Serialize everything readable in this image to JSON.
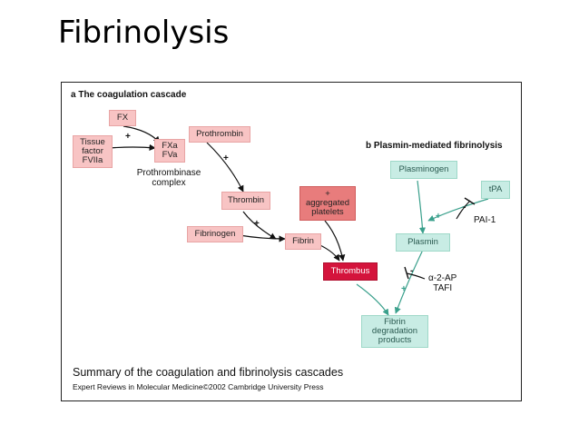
{
  "title": "Fibrinolysis",
  "panel_a_title": "a The coagulation cascade",
  "panel_b_title": "b Plasmin-mediated fibrinolysis",
  "nodes": {
    "fx": "FX",
    "tissue_factor": [
      "Tissue",
      "factor",
      "FVIIa"
    ],
    "fxa_fva": [
      "FXa",
      "FVa"
    ],
    "prothrombin": "Prothrombin",
    "prothrombinase": [
      "Prothrombinase",
      "complex"
    ],
    "thrombin": "Thrombin",
    "fibrinogen": "Fibrinogen",
    "fibrin": "Fibrin",
    "aggregated_platelets": [
      "+",
      "aggregated",
      "platelets"
    ],
    "thrombus": "Thrombus",
    "plasminogen": "Plasminogen",
    "tpa": "tPA",
    "pai1": "PAI-1",
    "plasmin": "Plasmin",
    "a2ap": [
      "α-2-AP",
      "TAFI"
    ],
    "fdp": [
      "Fibrin",
      "degradation",
      "products"
    ]
  },
  "signs": {
    "plus": "+",
    "minus": "-"
  },
  "caption": "Summary of the coagulation and fibrinolysis cascades",
  "credit": "Expert Reviews in Molecular Medicine©2002 Cambridge University Press",
  "colors": {
    "pink": "#f8c4c4",
    "dark_pink": "#e87c7c",
    "red": "#d4143c",
    "teal": "#c8ece4",
    "teal_arrow": "#3aa08c"
  }
}
